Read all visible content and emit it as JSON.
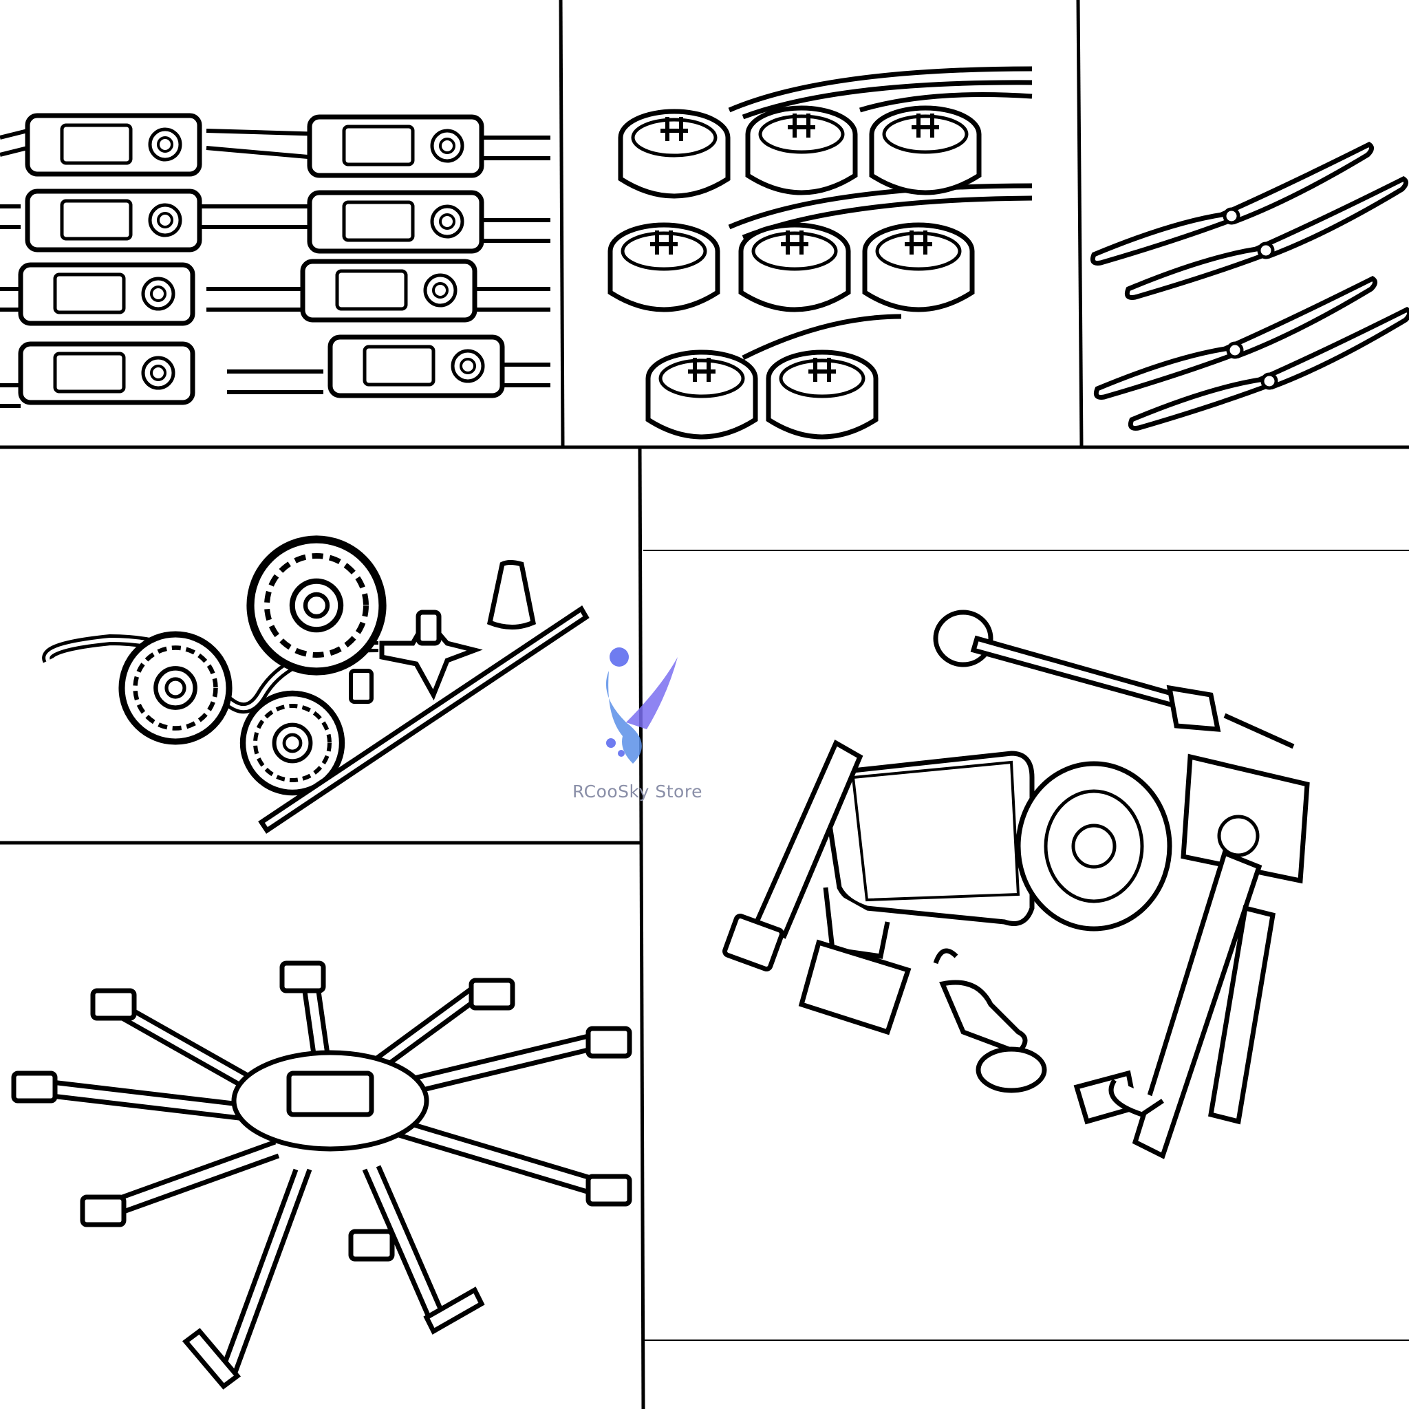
{
  "watermark": {
    "text": "RCooSky Store",
    "color": "#6f7cf0",
    "accent": "#5b8fe8",
    "icon": "rcoosky-logo-icon"
  },
  "panels": [
    {
      "name": "panel-esc-modules",
      "depicts": "esc-icon"
    },
    {
      "name": "panel-brushless-motors",
      "depicts": "motor-icon"
    },
    {
      "name": "panel-propellers",
      "depicts": "propeller-icon"
    },
    {
      "name": "panel-gears-parts",
      "depicts": "gear-icon"
    },
    {
      "name": "panel-octocopter-frame",
      "depicts": "drone-frame-icon"
    },
    {
      "name": "panel-flight-controller-kit",
      "depicts": "flight-controller-icon"
    }
  ],
  "colors": {
    "line": "#000000",
    "background": "#ffffff"
  }
}
